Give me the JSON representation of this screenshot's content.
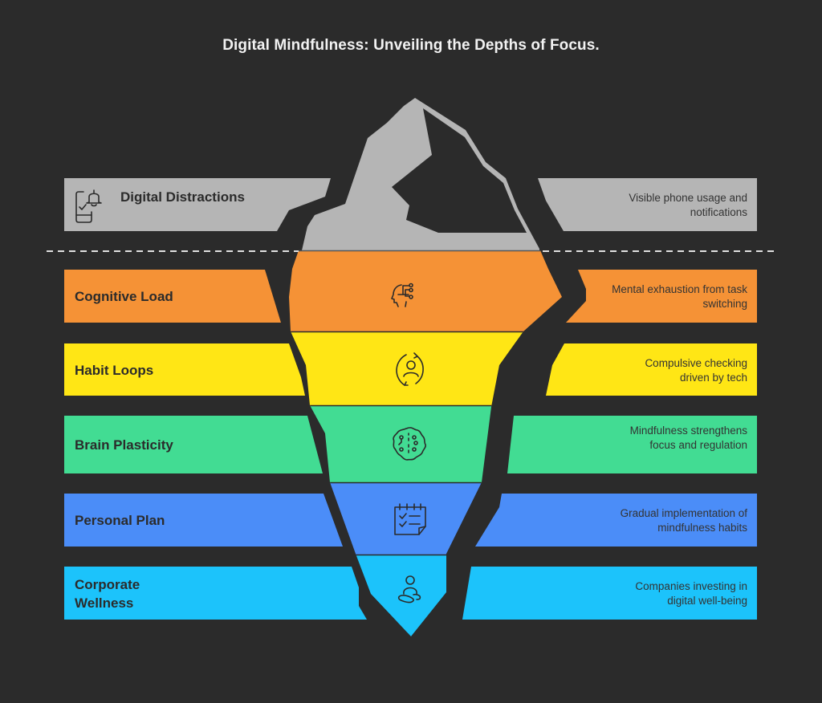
{
  "title": "Digital Mindfulness: Unveiling the Depths of Focus.",
  "colors": {
    "background": "#2b2b2b",
    "visible_layer": "#b5b5b5",
    "cognitive_load": "#f59236",
    "habit_loops": "#ffe615",
    "brain_plasticity": "#42dc93",
    "personal_plan": "#4b8df8",
    "corporate_wellness": "#1cc3fb",
    "waterline": "#e0e0e0"
  },
  "layers": [
    {
      "label": "Digital Distractions",
      "description": "Visible phone usage and notifications",
      "icon": "phone-notification-icon",
      "position": "above-waterline"
    },
    {
      "label": "Cognitive Load",
      "description": "Mental exhaustion from task switching",
      "icon": "head-circuit-icon",
      "position": "below-waterline"
    },
    {
      "label": "Habit Loops",
      "description": "Compulsive checking driven by tech",
      "icon": "person-cycle-icon",
      "position": "below-waterline"
    },
    {
      "label": "Brain Plasticity",
      "description": "Mindfulness strengthens focus and regulation",
      "icon": "brain-icon",
      "position": "below-waterline"
    },
    {
      "label": "Personal Plan",
      "description": "Gradual implementation of mindfulness habits",
      "icon": "checklist-calendar-icon",
      "position": "below-waterline"
    },
    {
      "label": "Corporate Wellness",
      "description": "Companies investing in digital well-being",
      "icon": "meditation-icon",
      "position": "below-waterline"
    }
  ]
}
